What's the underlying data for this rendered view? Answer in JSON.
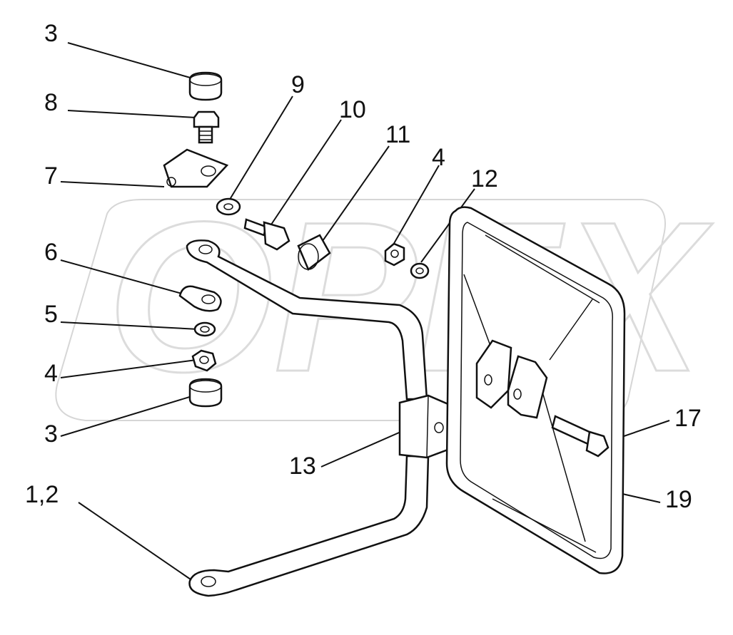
{
  "diagram": {
    "watermark_text": "OPEX",
    "labels": [
      {
        "id": "3-top",
        "text": "3"
      },
      {
        "id": "8",
        "text": "8"
      },
      {
        "id": "7",
        "text": "7"
      },
      {
        "id": "9",
        "text": "9"
      },
      {
        "id": "10",
        "text": "10"
      },
      {
        "id": "11",
        "text": "11"
      },
      {
        "id": "4-right",
        "text": "4"
      },
      {
        "id": "12",
        "text": "12"
      },
      {
        "id": "6",
        "text": "6"
      },
      {
        "id": "5",
        "text": "5"
      },
      {
        "id": "4-left",
        "text": "4"
      },
      {
        "id": "3-bottom",
        "text": "3"
      },
      {
        "id": "13",
        "text": "13"
      },
      {
        "id": "1-2",
        "text": "1,2"
      },
      {
        "id": "17",
        "text": "17"
      },
      {
        "id": "19",
        "text": "19"
      }
    ]
  }
}
